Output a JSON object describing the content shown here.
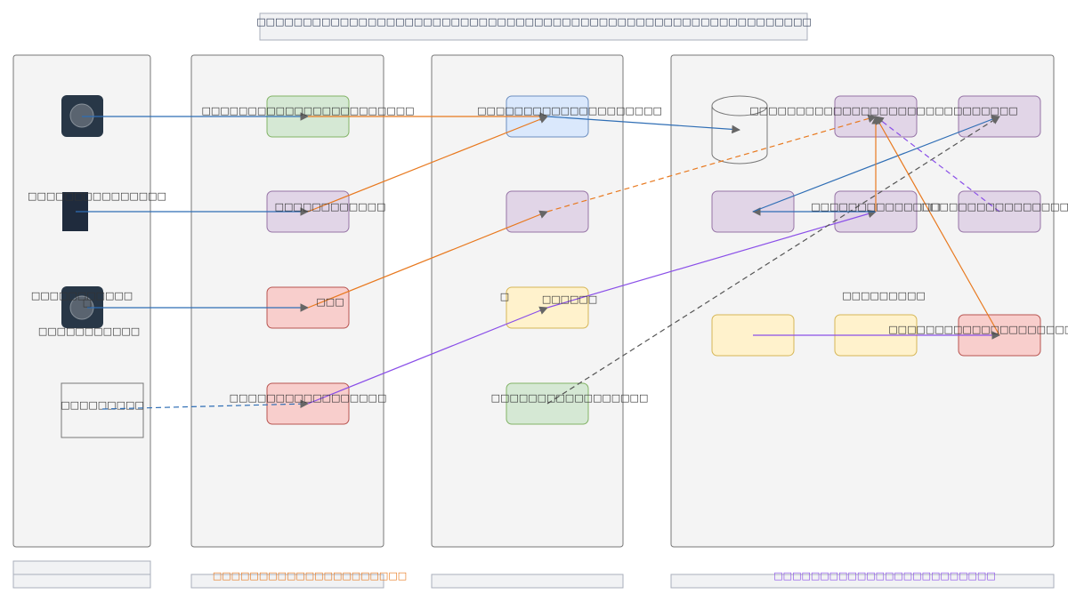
{
  "title": "□□□□□□□□□□□□□□□□□□□□□□□□□□□□□□□□□□□□□□□□□□□□□□□□□□□□□□□□□□□□",
  "lanes": [
    {
      "id": "lane1",
      "footer_lines": [
        "",
        ""
      ],
      "footer_color": "#333333"
    },
    {
      "id": "lane2",
      "footer_lines": [
        "□□□□□□□□□□□□□□□□□□□□□"
      ],
      "footer_color": "#e8791f"
    },
    {
      "id": "lane3",
      "footer_lines": [
        ""
      ],
      "footer_color": "#333333"
    },
    {
      "id": "lane4",
      "footer_lines": [
        "□□□□□□□□□□□□□□□□□□□□□□□□"
      ],
      "footer_color": "#8a4fe8"
    }
  ],
  "nodes": {
    "actor1": {
      "label": "",
      "kind": "user-circle"
    },
    "actor2": {
      "label": "□□□□□□□□□□□□□□□",
      "kind": "device"
    },
    "actor3": {
      "label_top": "□□□□□□□□□□□",
      "label_mid": "□",
      "label_bottom": "□□□□□□□□□□□",
      "kind": "user-circle"
    },
    "actor4": {
      "label": "□□□□□□□□□",
      "kind": "box"
    },
    "l2n1": {
      "label": "□□□□□□□□□□□□□□□□□□□□□□□",
      "fill": "#d5e8d4",
      "stroke": "#82b366"
    },
    "l2n2": {
      "label": "□□□□□□□□□□□□",
      "fill": "#e1d5e7",
      "stroke": "#9673a6"
    },
    "l2n3": {
      "label": "□□□",
      "fill": "#f8cecc",
      "stroke": "#b85450"
    },
    "l2n4": {
      "label": "□□□□□□□□□□□□□□□□□",
      "fill": "#f8cecc",
      "stroke": "#b85450"
    },
    "l3n1": {
      "label": "□□□□□□□□□□□□□□□□□□□□",
      "fill": "#dae8fc",
      "stroke": "#6c8ebf"
    },
    "l3n2": {
      "label": "",
      "fill": "#e1d5e7",
      "stroke": "#9673a6"
    },
    "l3n3": {
      "label": "□□□□□□",
      "label_left": "□",
      "fill": "#fff2cc",
      "stroke": "#d6b656"
    },
    "l3n4": {
      "label": "□□□□□□□□□□□□□□□□□",
      "fill": "#d5e8d4",
      "stroke": "#82b366"
    },
    "db": {
      "label": "",
      "kind": "database"
    },
    "l4n1": {
      "label": "□□□□□□□□□□□□□□□□□□□□□□□□□□□□□",
      "fill": "#e1d5e7",
      "stroke": "#9673a6"
    },
    "l4n2": {
      "label": "",
      "fill": "#e1d5e7",
      "stroke": "#9673a6"
    },
    "l4n3": {
      "label": "",
      "fill": "#e1d5e7",
      "stroke": "#9673a6"
    },
    "l4n4": {
      "label": "□□□□□□□□□□□□□□",
      "fill": "#e1d5e7",
      "stroke": "#9673a6"
    },
    "l4n5": {
      "label": "□□□□□□□□□□□□□□□□□",
      "fill": "#e1d5e7",
      "stroke": "#9673a6"
    },
    "l4group_label": "□□□□□□□□□",
    "l4n6": {
      "label": "",
      "fill": "#fff2cc",
      "stroke": "#d6b656"
    },
    "l4n7": {
      "label": "",
      "fill": "#fff2cc",
      "stroke": "#d6b656"
    },
    "l4n8": {
      "label": "□□□□□□□□□□□□□□□□□□□□□□□□",
      "fill": "#f8cecc",
      "stroke": "#b85450"
    }
  },
  "edge_colors": {
    "blue": "#2f6eb5",
    "orange": "#e8791f",
    "purple": "#8a4fe8",
    "gray": "#555555"
  },
  "edges": [
    {
      "from": "actor1",
      "to": "l2n1",
      "color": "blue",
      "style": "solid"
    },
    {
      "from": "actor2",
      "to": "l2n2",
      "color": "blue",
      "style": "solid"
    },
    {
      "from": "actor3",
      "to": "l2n3",
      "color": "blue",
      "style": "solid"
    },
    {
      "from": "actor4",
      "to": "l2n4",
      "color": "blue",
      "style": "dashed"
    },
    {
      "from": "l2n1",
      "to": "l3n1",
      "color": "orange",
      "style": "solid"
    },
    {
      "from": "l2n2",
      "to": "l3n1",
      "color": "orange",
      "style": "solid"
    },
    {
      "from": "l2n3",
      "to": "l3n2",
      "color": "orange",
      "style": "solid"
    },
    {
      "from": "l2n4",
      "to": "l3n3",
      "color": "purple",
      "style": "solid"
    },
    {
      "from": "l3n1",
      "to": "db",
      "color": "blue",
      "style": "solid"
    },
    {
      "from": "l3n2",
      "to": "l4n1",
      "color": "orange",
      "style": "dashed"
    },
    {
      "from": "l3n3",
      "to": "l4n4",
      "color": "purple",
      "style": "solid"
    },
    {
      "from": "l3n4",
      "to": "l4n2",
      "color": "gray",
      "style": "dashed"
    },
    {
      "from": "l4n4",
      "to": "l4n3",
      "color": "blue",
      "style": "solid"
    },
    {
      "from": "l4n3",
      "to": "l4n2",
      "color": "blue",
      "style": "solid"
    },
    {
      "from": "l4n4",
      "to": "l4n1",
      "color": "orange",
      "style": "solid"
    },
    {
      "from": "l4n8",
      "to": "l4n1",
      "color": "orange",
      "style": "solid"
    },
    {
      "from": "l4n5",
      "to": "l4n1",
      "color": "purple",
      "style": "dashed"
    },
    {
      "from": "l4n6",
      "to": "l4n8",
      "color": "purple",
      "style": "solid"
    }
  ]
}
